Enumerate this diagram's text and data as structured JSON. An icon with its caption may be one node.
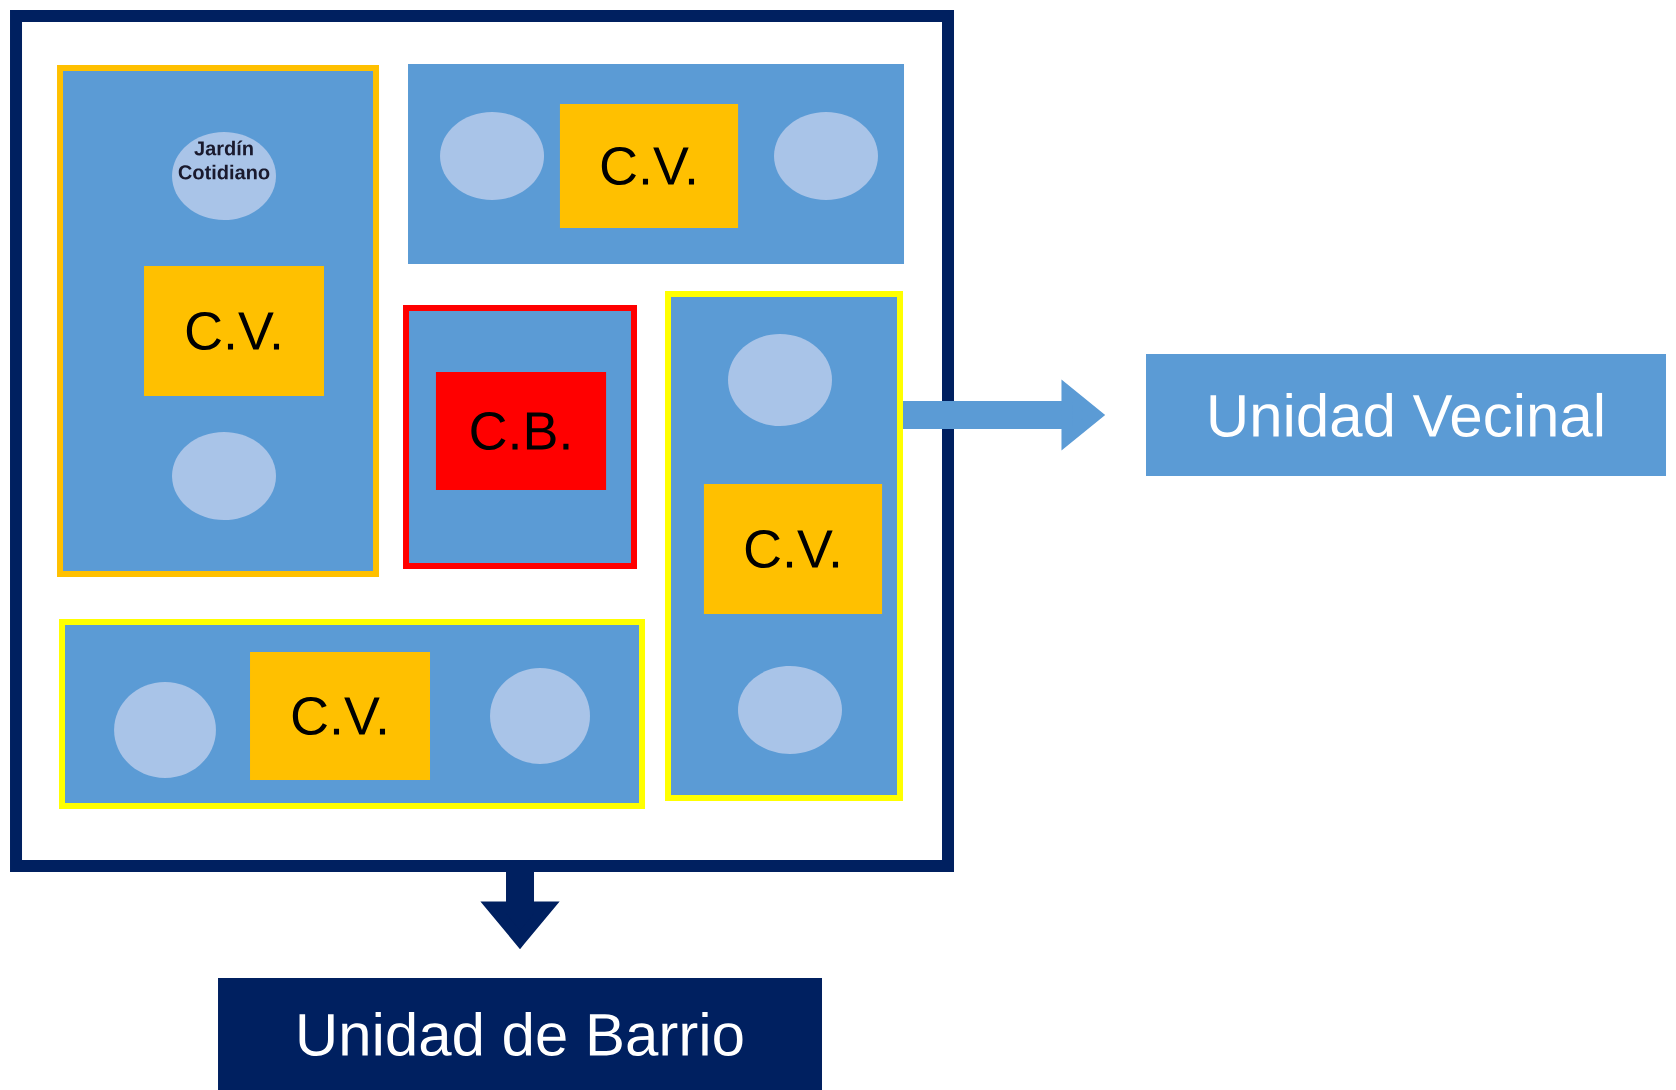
{
  "diagram": {
    "nodes": [
      {
        "text": [],
        "shape": "box"
      },
      {
        "text": [],
        "shape": "box",
        "in": 0
      },
      {
        "text": [
          "Jardín Cotidiano"
        ],
        "in": 1
      },
      {
        "text": [
          "C.V."
        ],
        "in": 1
      },
      {
        "text": [],
        "shape": "circle",
        "in": 1
      },
      {
        "text": [],
        "shape": "box",
        "in": 0
      },
      {
        "text": [],
        "shape": "circle",
        "in": 5
      },
      {
        "text": [
          "C.V."
        ],
        "in": 5
      },
      {
        "text": [],
        "shape": "circle",
        "in": 5
      },
      {
        "text": [],
        "shape": "box",
        "in": 0
      },
      {
        "text": [
          "C.B."
        ],
        "in": 9
      },
      {
        "text": [],
        "shape": "box",
        "in": 0
      },
      {
        "text": [],
        "shape": "circle",
        "in": 11
      },
      {
        "text": [
          "C.V."
        ],
        "in": 11
      },
      {
        "text": [],
        "shape": "circle",
        "in": 11
      },
      {
        "text": [],
        "shape": "box",
        "in": 0
      },
      {
        "text": [],
        "shape": "circle",
        "in": 15
      },
      {
        "text": [
          "C.V."
        ],
        "in": 15
      },
      {
        "text": [],
        "shape": "circle",
        "in": 15
      },
      {
        "text": [
          "Unidad Vecinal"
        ]
      },
      {
        "text": [
          "Unidad de Barrio"
        ]
      }
    ],
    "edges": [
      {
        "from": 11,
        "to": 19,
        "arrow": "to",
        "color": "#5b9bd5"
      },
      {
        "from": 0,
        "to": 20,
        "arrow": "to",
        "color": "#002060"
      }
    ]
  }
}
